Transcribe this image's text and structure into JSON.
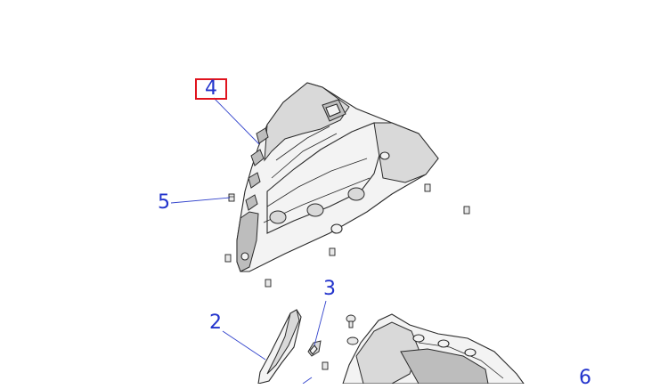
{
  "callouts": {
    "c2": "2",
    "c3": "3",
    "c4": "4",
    "c5": "5",
    "c6": "6"
  },
  "colors": {
    "callout_text": "#2233cc",
    "highlight_box": "#e0141e",
    "leader_line": "#3344cc",
    "line_art": "#2a2a2a"
  },
  "selected_callout": "4"
}
